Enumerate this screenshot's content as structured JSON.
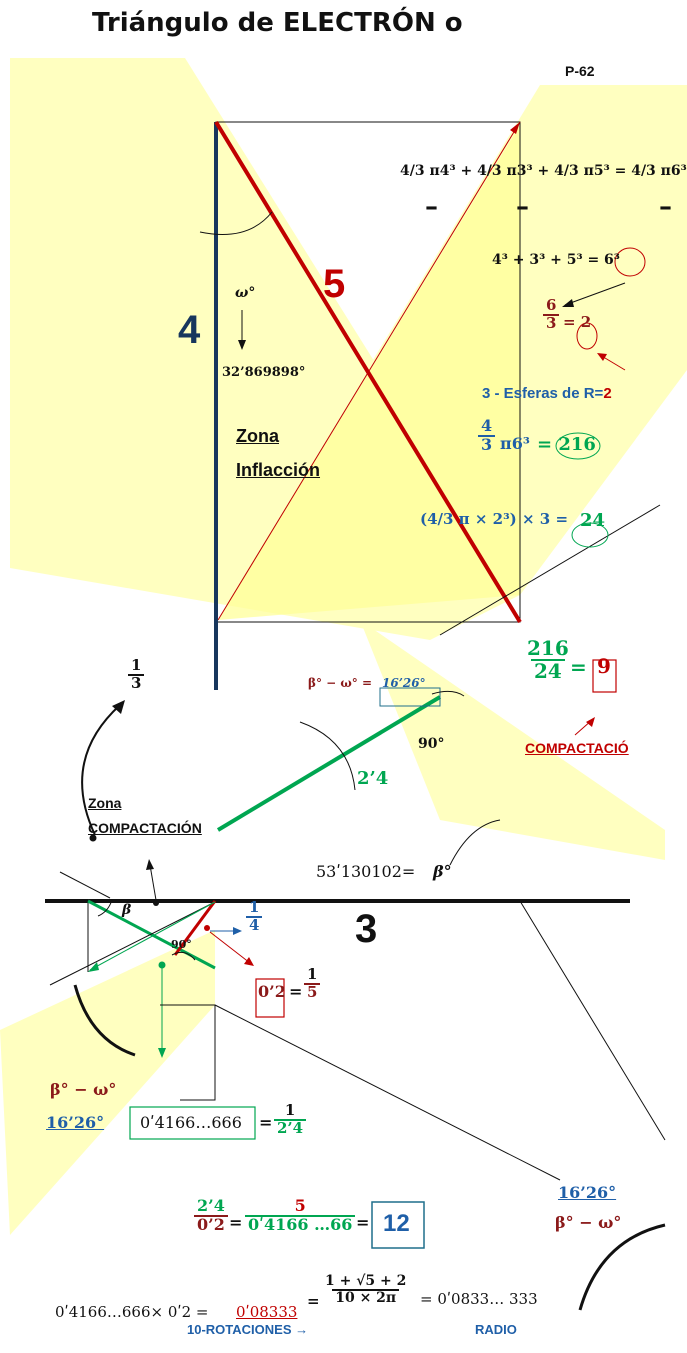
{
  "title": "Triángulo de ELECTRÓN o",
  "page_ref": "P-62",
  "sides": {
    "a": "4",
    "b": "3",
    "c": "5"
  },
  "angles": {
    "omega_symbol": "ω°",
    "omega_value": "32’869898°",
    "beta_value": "53ʹ130102=",
    "beta_symbol": "β°",
    "beta_small": "β",
    "right": "90°",
    "right_small": "90°",
    "beta_minus_omega": "β° − ω° =",
    "beta_minus_omega_val": "16’26°",
    "beta_minus_omega_2": "β° − ω°",
    "val_16": "16’26°",
    "val_16b": "16’26°",
    "beta_minus_omega_3": "β° − ω°"
  },
  "zones": {
    "inflexion_1": "Zona",
    "inflexion_2": "Inflacción",
    "compact_1": "Zona",
    "compact_2": "COMPACTACIÓN"
  },
  "equations": {
    "sphere_sum": "4/3 π4³ + 4/3 π3³ + 4/3 π5³ = 4/3 π6³",
    "cube_sum": "4³ + 3³ + 5³ = 6³",
    "six_over_three_n": "6",
    "six_over_three_d": "3",
    "six_over_three_r": "= 2",
    "esferas": "3 - Esferas de R=",
    "esferas_r": "2",
    "vol_n": "4",
    "vol_d": "3",
    "vol_mid": "π6³",
    "vol_res": "= 216",
    "small_vol": "(4/3 π × 2³) × 3 =",
    "small_vol_res": "24",
    "ratio_n": "216",
    "ratio_d": "24",
    "ratio_eq": "=",
    "ratio_res": "9",
    "compactacio": "COMPACTACIÓ",
    "one_third_n": "1",
    "one_third_d": "3",
    "two_four": "2’4",
    "quarter_n": "1",
    "quarter_d": "4",
    "zero_two": "0’2",
    "zero_two_eq": "=",
    "fifth_n": "1",
    "fifth_d": "5",
    "dec_box": "0ʹ4166…666",
    "dec_eq": "=",
    "dec_n": "1",
    "dec_d": "2’4",
    "big_n1": "2’4",
    "big_d1": "0’2",
    "big_eq1": "=",
    "big_n2": "5",
    "big_d2": "0ʹ4166 …66",
    "big_eq2": "=",
    "big_res": "12",
    "bottom_left": "0ʹ4166…666× 0ʹ2 =",
    "bottom_left_val": "0ʹ08333",
    "bottom_eq": "=",
    "bottom_n": "1 + √5 + 2",
    "bottom_d": "10 × 2π",
    "bottom_right": "= 0ʹ0833… 333",
    "rotaciones": "10-ROTACIONES →",
    "radio": "RADIO"
  },
  "colors": {
    "yellow": "#ffffc0",
    "yellow_dark": "#ffff99",
    "navy": "#17365d",
    "red": "#c00000",
    "green": "#00a651",
    "blue": "#1f5fa8",
    "maroon": "#8b1a1a"
  }
}
